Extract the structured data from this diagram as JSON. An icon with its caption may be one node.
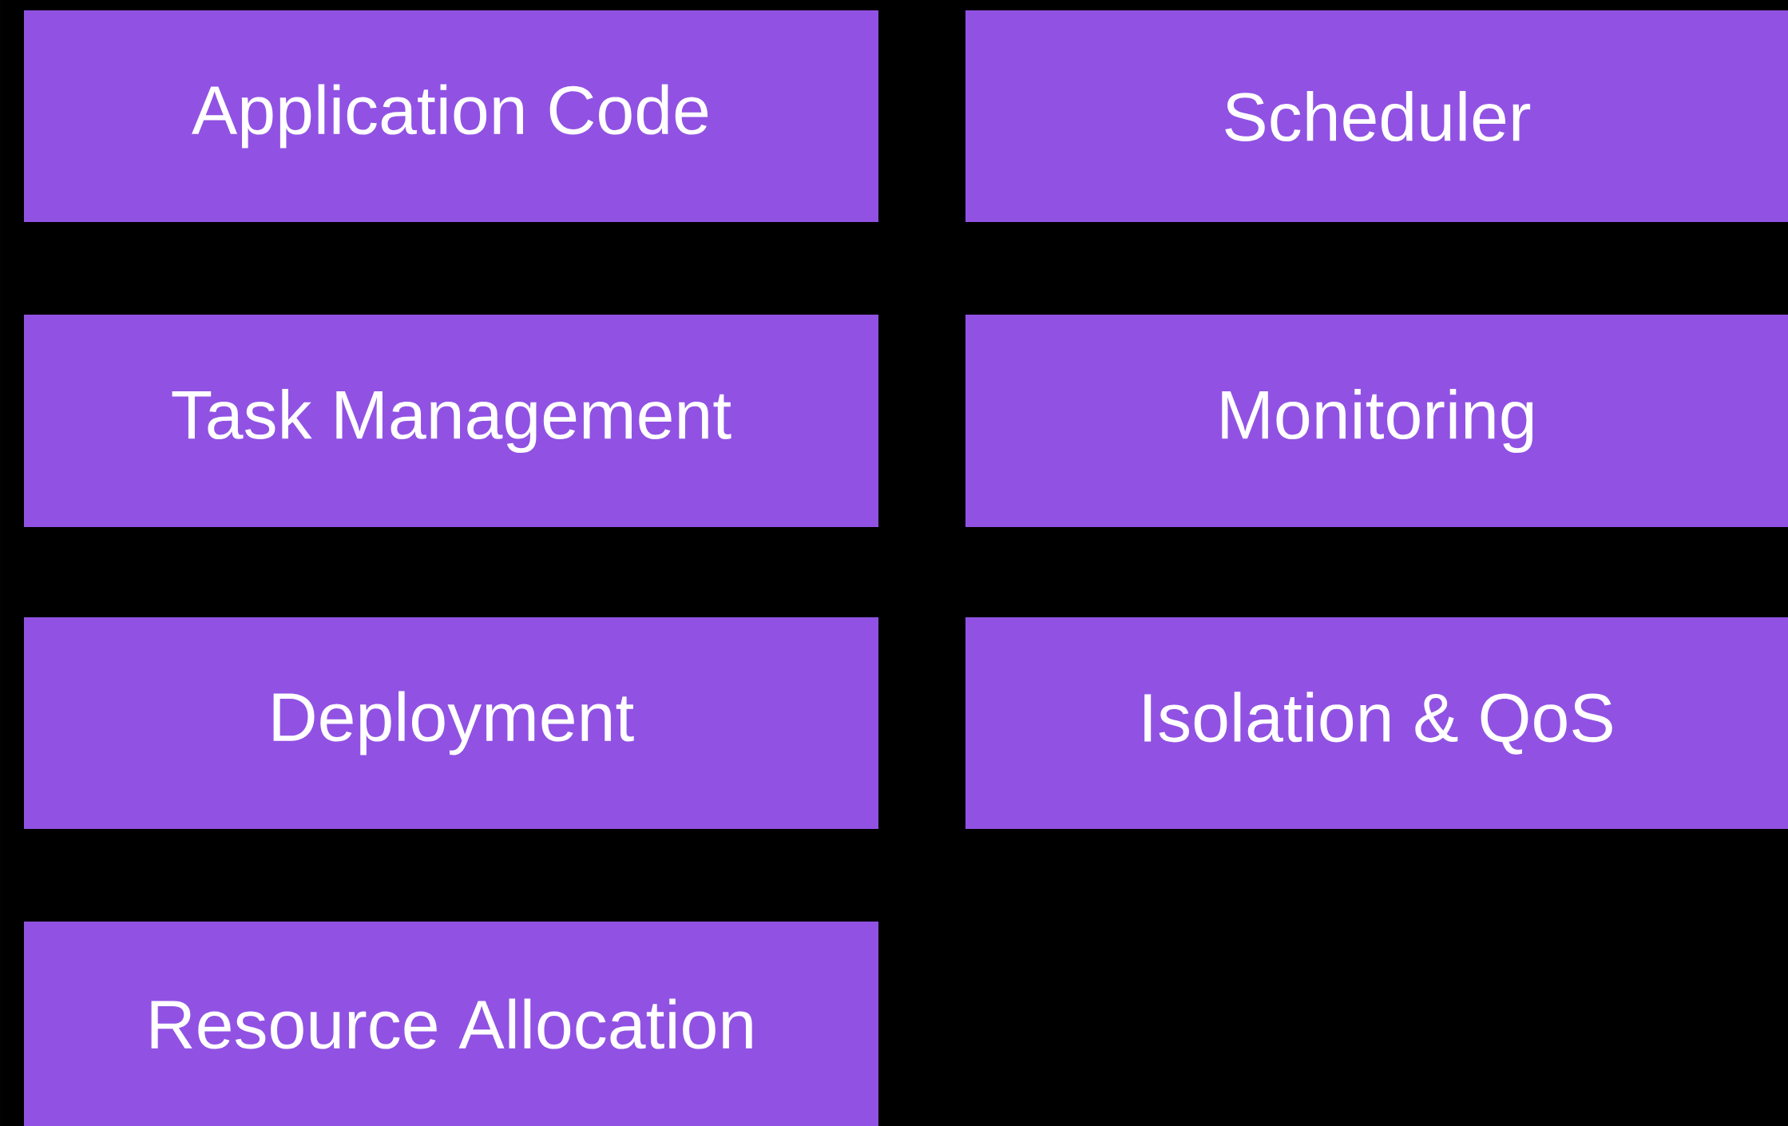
{
  "diagram": {
    "nodes": [
      {
        "text": [
          "Application Code"
        ]
      },
      {
        "text": [
          "Scheduler"
        ]
      },
      {
        "text": [
          "Task Management"
        ]
      },
      {
        "text": [
          "Monitoring"
        ]
      },
      {
        "text": [
          "Deployment"
        ]
      },
      {
        "text": [
          "Isolation & QoS"
        ]
      },
      {
        "text": [
          "Resource Allocation"
        ]
      }
    ]
  }
}
